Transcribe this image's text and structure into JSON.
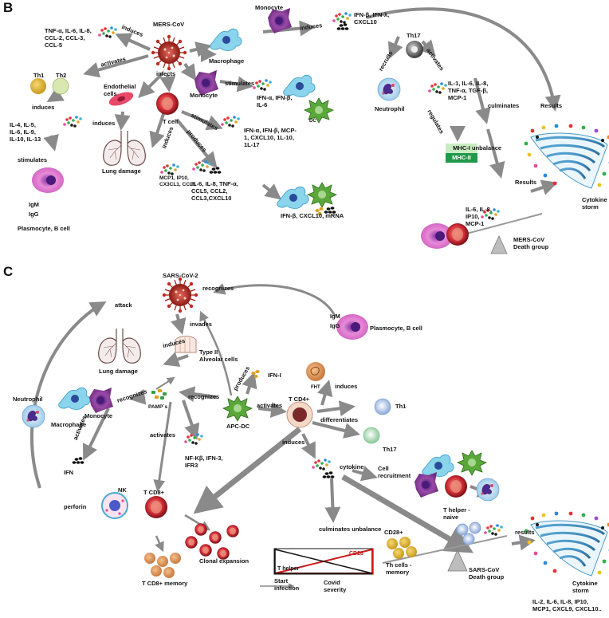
{
  "panels": {
    "b": "B",
    "c": "C"
  },
  "colors": {
    "arrow": "#8a8a8a",
    "cell_purple": "#8a3a9a",
    "cell_cyan": "#44b4d4",
    "cell_red": "#c8202a",
    "cell_green": "#3a8a2a",
    "mhc1_fill": "#c8ecc2",
    "mhc2_fill": "#1f9a4a"
  },
  "icons": [
    "virus-icon",
    "macrophage-icon",
    "monocyte-icon",
    "t-cell-icon",
    "lung-icon",
    "dendritic-cell-icon",
    "neutrophil-icon",
    "plasmocyte-icon",
    "cytokine-storm-icon",
    "balance-scale-icon"
  ],
  "panel_b": {
    "virus": "MERS-CoV",
    "induces_1": "induces",
    "cytokines_1": "TNF-α, IL-6, IL-8,\nCCL-2, CCL-3,\nCCL-5",
    "activates_1": "activates",
    "th1": "Th1",
    "th2": "Th2",
    "infects": "infects",
    "macrophage": "Macrophage",
    "monocyte_top": "Monocyte",
    "induces_2": "induces",
    "ifn_top": "IFN-β, IFN-λ,\nCXCL10",
    "th17": "Th17",
    "recruits": "recruits",
    "activates_2": "activates",
    "endothelial": "Endothelial\ncells",
    "monocyte_mid": "Monocyte",
    "stimulates_1": "stimulates",
    "ifn_mid": "IFN-α, IFN-β,\nIL-6",
    "dc": "DC",
    "neutrophil": "Neutrophil",
    "th17_cytokines": "IL-1, IL-6, IL-8,\nTNF-α, TGF-β,\nMCP-1",
    "culminates": "culminates",
    "results_1": "Results",
    "induces_3": "induces",
    "tcell": "T cell",
    "induces_4": "induces",
    "th2_cytokines": "IL-4, IL-5,\nIL-6, IL-9,\nIL-10, IL-13",
    "stimulates_2": "stimulates",
    "stimulates_3": "stimulates",
    "tcell_cytokines": "IFN-α, IFN-β, MCP-\n1, CXCL10, 1L-10,\n1L-17",
    "regulates": "regulates",
    "mhc1": "MHC-I",
    "mhc2": "MHC-II",
    "lung_damage": "Lung damage",
    "mcp_list": "MCP1, IP10,\nCX3CL1, CCL5",
    "produces": "produces",
    "produced_list": "IL-6, IL-8, TNF-α,\nCCL5, CCL2,\nCCL3,CXCL10",
    "unbalance": "unbalance",
    "igm": "IgM",
    "igg": "IgG",
    "plasmocyte": "Plasmocyte, B cell",
    "ifn_mrna": "IFN-β, CXCL10, mRNA",
    "death_cytokines": "IL-6, IL-8,\nIP10,\nMCP-1",
    "results_2": "Results",
    "storm": "Cytokine\nstorm",
    "death_group": "MERS-CoV\nDeath group"
  },
  "panel_c": {
    "attack": "attack",
    "virus": "SARS-CoV-2",
    "recognizes_1": "recognizes",
    "igm": "IgM",
    "igg": "IgG",
    "plasmocyte": "Plasmocyte, B cell",
    "invades": "invades",
    "induces_1": "induces",
    "type2": "Type II\nAlveolar cells",
    "lung_damage": "Lung damage",
    "produces": "produces",
    "ifn_i": "IFN-I",
    "induces_2": "induces",
    "fht": "FHT",
    "neutrophil": "Neutrophil",
    "macrophage": "Macrophage",
    "monocyte": "Monocyte",
    "recognizes_2": "recognizes",
    "pamps": "PAMP´s",
    "recognizes_3": "recognizes",
    "apc_dc": "APC-DC",
    "activates_1": "activates",
    "tcd4": "T CD4+",
    "differentiates": "differentiates",
    "th1": "Th1",
    "th17": "Th17",
    "activates_2": "activates",
    "activates_3": "activates",
    "ifn": "IFN",
    "nf_kb": "NF-Kβ, IFN-3,\nIFR3",
    "induces_3": "induces",
    "cytokine": "cytokine",
    "cell_recruitment": "Cell\nrecruitment",
    "nk": "NK",
    "perforin": "perforin",
    "tcd8": "T CD8+",
    "clonal": "Clonal expansion",
    "tcd8_memory": "T CD8+ memory",
    "culminates": "culminates unbalance",
    "cd28": "CD28",
    "t_helper": "T helper",
    "start_infection": "Start\ninfection",
    "covid_severity": "Covid\nseverity",
    "cd28_plus": "CD28+",
    "th_memory": "Th cells -\nmemory",
    "t_helper_naive": "T helper -\nnaive",
    "results": "results",
    "death_group": "SARS-CoV\nDeath group",
    "storm": "Cytokine\nstorm",
    "storm_cytokines": "IL-2, IL-6, IL-8, IP10,\nMCP1, CXCL9, CXCL10.."
  }
}
